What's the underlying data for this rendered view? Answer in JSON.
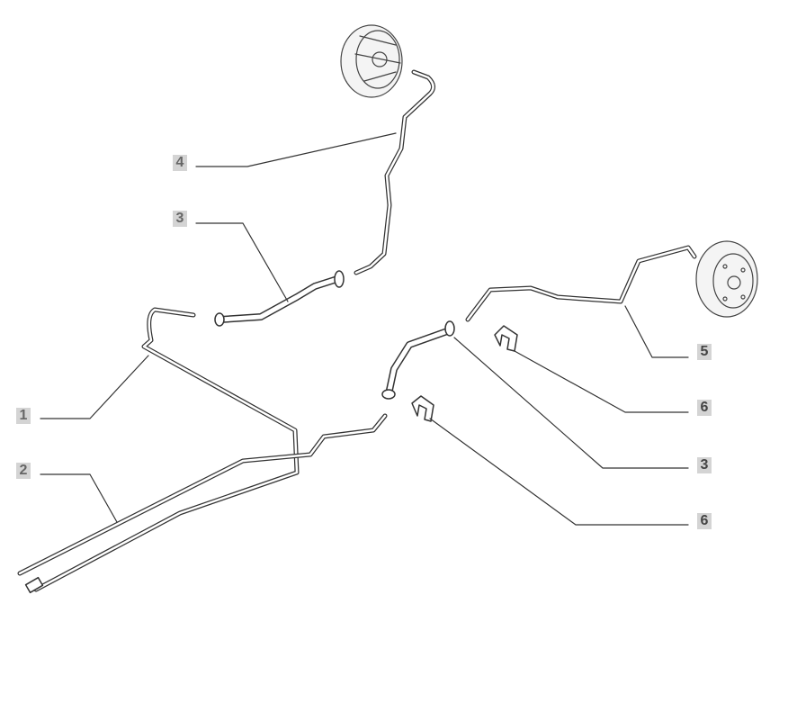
{
  "callouts": [
    {
      "id": "c4",
      "text": "4"
    },
    {
      "id": "c3a",
      "text": "3"
    },
    {
      "id": "c1",
      "text": "1"
    },
    {
      "id": "c2",
      "text": "2"
    },
    {
      "id": "c5",
      "text": "5"
    },
    {
      "id": "c6a",
      "text": "6"
    },
    {
      "id": "c3b",
      "text": "3"
    },
    {
      "id": "c6b",
      "text": "6"
    }
  ]
}
